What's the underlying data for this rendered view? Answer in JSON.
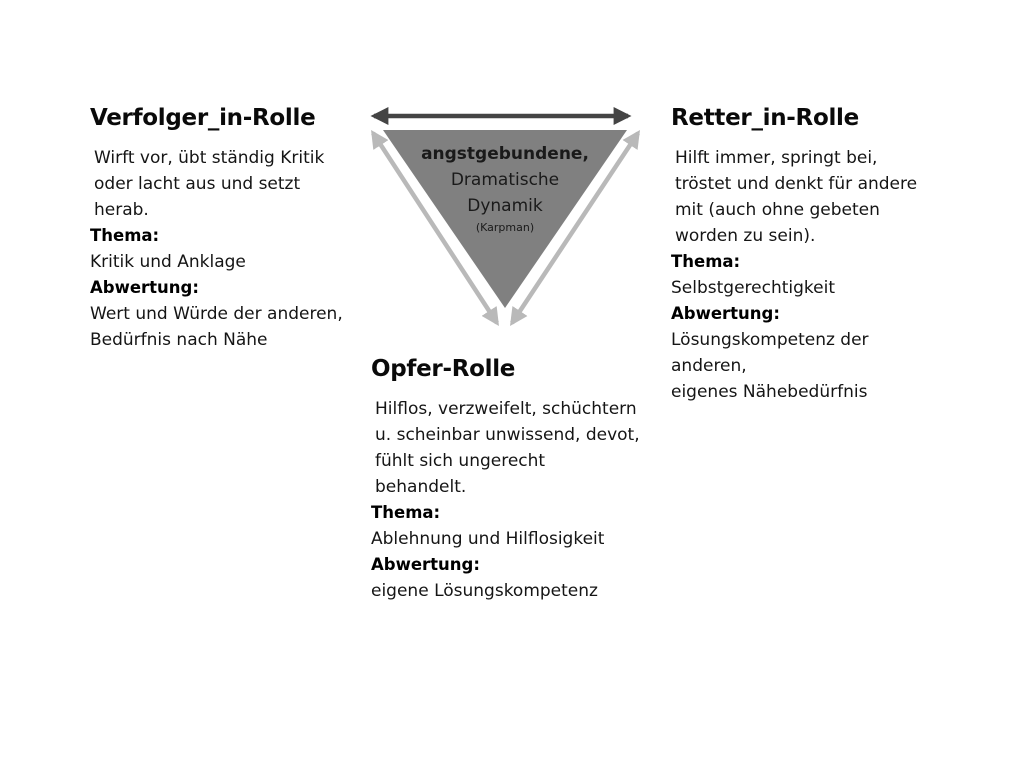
{
  "center": {
    "line1": "angstgebundene,",
    "line2": "Dramatische",
    "line3": "Dynamik",
    "source": "(Karpman)"
  },
  "colors": {
    "triangle_fill": "#808080",
    "top_arrow": "#444444",
    "side_arrows": "#b9b9b9"
  },
  "verfolger": {
    "title": "Verfolger_in-Rolle",
    "desc": [
      "Wirft vor, übt ständig Kritik",
      "oder lacht aus und setzt",
      "herab."
    ],
    "thema_label": "Thema:",
    "thema_value": "Kritik und Anklage",
    "abwertung_label": "Abwertung:",
    "abwertung_value": [
      "Wert und Würde der anderen,",
      "Bedürfnis nach Nähe"
    ]
  },
  "retter": {
    "title": "Retter_in-Rolle",
    "desc": [
      "Hilft immer, springt bei,",
      "tröstet und denkt für andere",
      "mit (auch ohne gebeten",
      "worden zu sein)."
    ],
    "thema_label": "Thema:",
    "thema_value": "Selbstgerechtigkeit",
    "abwertung_label": "Abwertung:",
    "abwertung_value": [
      "Lösungskompetenz der",
      "anderen,",
      "eigenes Nähebedürfnis"
    ]
  },
  "opfer": {
    "title": "Opfer-Rolle",
    "desc": [
      "Hilflos, verzweifelt, schüchtern",
      "u. scheinbar unwissend, devot,",
      "fühlt sich ungerecht",
      "behandelt."
    ],
    "thema_label": "Thema:",
    "thema_value": "Ablehnung und Hilflosigkeit",
    "abwertung_label": "Abwertung:",
    "abwertung_value": [
      "eigene Lösungskompetenz"
    ]
  }
}
